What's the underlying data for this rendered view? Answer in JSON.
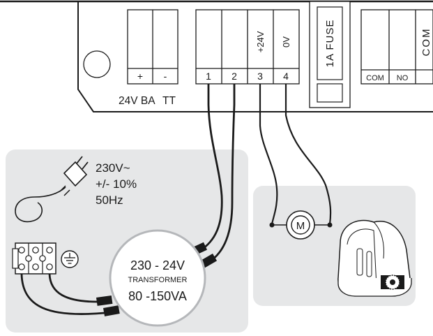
{
  "terminals": {
    "plus": "+",
    "minus": "-",
    "t1": "1",
    "t2": "2",
    "t3": "3",
    "t4": "4",
    "t3_label": "+24V",
    "t4_label": "0V",
    "fuse": "1A FUSE",
    "com": "COM",
    "no": "NO",
    "partial": "COM"
  },
  "board_labels": {
    "battery": "24V BA",
    "tt": "TT"
  },
  "mains": {
    "voltage": "230V~",
    "tolerance": "+/- 10%",
    "frequency": "50Hz"
  },
  "transformer": {
    "ratio": "230 - 24V",
    "name": "TRANSFORMER",
    "power": "80 -150VA"
  },
  "motor": {
    "symbol": "M"
  }
}
